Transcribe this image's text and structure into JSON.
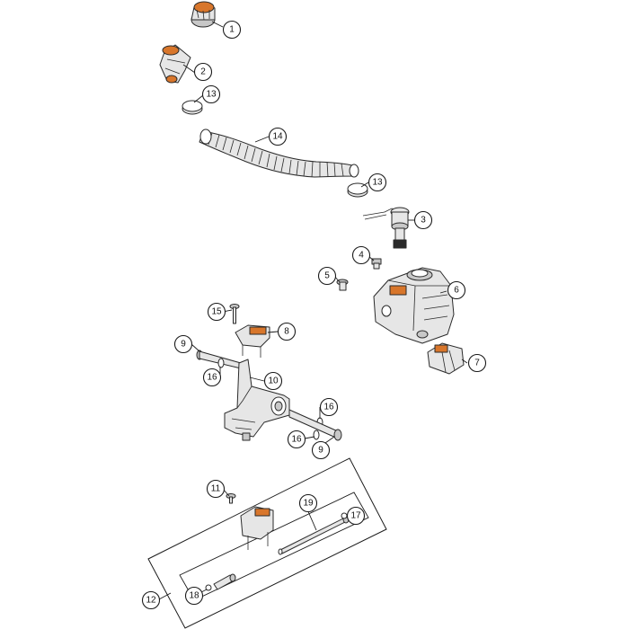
{
  "colors": {
    "part_fill": "#e6e6e6",
    "part_shade": "#c8c8c8",
    "accent_orange": "#d8762b",
    "outline": "#2a2a2a"
  },
  "callouts": {
    "c1": "1",
    "c2": "2",
    "c3": "3",
    "c4": "4",
    "c5": "5",
    "c6": "6",
    "c7": "7",
    "c8": "8",
    "c9a": "9",
    "c9b": "9",
    "c10": "10",
    "c11": "11",
    "c12": "12",
    "c13a": "13",
    "c13b": "13",
    "c14": "14",
    "c15": "15",
    "c16a": "16",
    "c16b": "16",
    "c16c": "16",
    "c17": "17",
    "c18": "18",
    "c19": "19"
  }
}
